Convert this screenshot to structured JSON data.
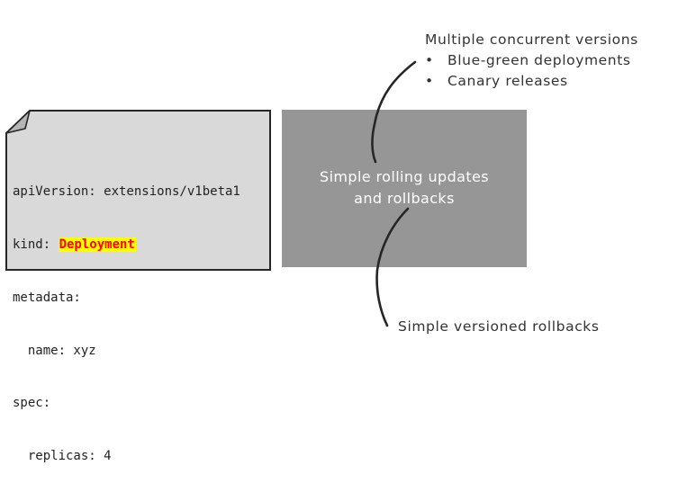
{
  "manifest": {
    "lines": [
      "apiVersion: extensions/v1beta1",
      "metadata:",
      "  name: xyz",
      "spec:",
      "  replicas: 4"
    ],
    "kind_key": "kind: ",
    "kind_value": "Deployment"
  },
  "central_box": {
    "line1": "Simple rolling updates",
    "line2": "and rollbacks"
  },
  "top_annotation": {
    "heading": "Multiple concurrent versions",
    "items": [
      "Blue-green deployments",
      "Canary releases"
    ],
    "bullet": "•"
  },
  "bottom_annotation": {
    "text": "Simple versioned rollbacks"
  },
  "colors": {
    "card_fill": "#d9d9d9",
    "card_stroke": "#262626",
    "box_fill": "#969696",
    "highlight_bg": "#ffff00",
    "highlight_text": "#ff0000",
    "connector": "#262626"
  }
}
